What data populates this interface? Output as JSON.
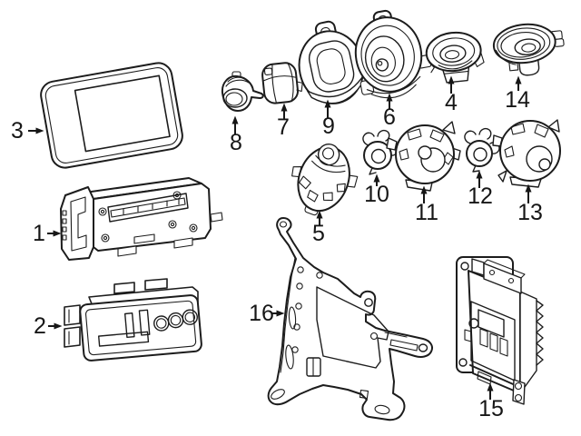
{
  "diagram": {
    "type": "exploded-parts-diagram",
    "subject": "Vehicle audio system: display, radio, control head, speakers, amplifier and brackets",
    "background_color": "#ffffff",
    "line_color": "#1c1c1c",
    "parts": [
      {
        "id": 1,
        "label": "1",
        "name": "radio-receiver-module"
      },
      {
        "id": 2,
        "label": "2",
        "name": "radio-control-faceplate"
      },
      {
        "id": 3,
        "label": "3",
        "name": "display-screen"
      },
      {
        "id": 4,
        "label": "4",
        "name": "small-round-speaker"
      },
      {
        "id": 5,
        "label": "5",
        "name": "angled-speaker-pod"
      },
      {
        "id": 6,
        "label": "6",
        "name": "speaker-with-housing"
      },
      {
        "id": 7,
        "label": "7",
        "name": "enclosed-tweeter"
      },
      {
        "id": 8,
        "label": "8",
        "name": "clip-tweeter"
      },
      {
        "id": 9,
        "label": "9",
        "name": "speaker-housing-bracket"
      },
      {
        "id": 10,
        "label": "10",
        "name": "small-tweeter-bracket"
      },
      {
        "id": 11,
        "label": "11",
        "name": "door-speaker-rear"
      },
      {
        "id": 12,
        "label": "12",
        "name": "small-tweeter-bracket-2"
      },
      {
        "id": 13,
        "label": "13",
        "name": "door-speaker-rear-2"
      },
      {
        "id": 14,
        "label": "14",
        "name": "flat-round-speaker"
      },
      {
        "id": 15,
        "label": "15",
        "name": "amplifier-module"
      },
      {
        "id": 16,
        "label": "16",
        "name": "mounting-bracket"
      }
    ]
  }
}
